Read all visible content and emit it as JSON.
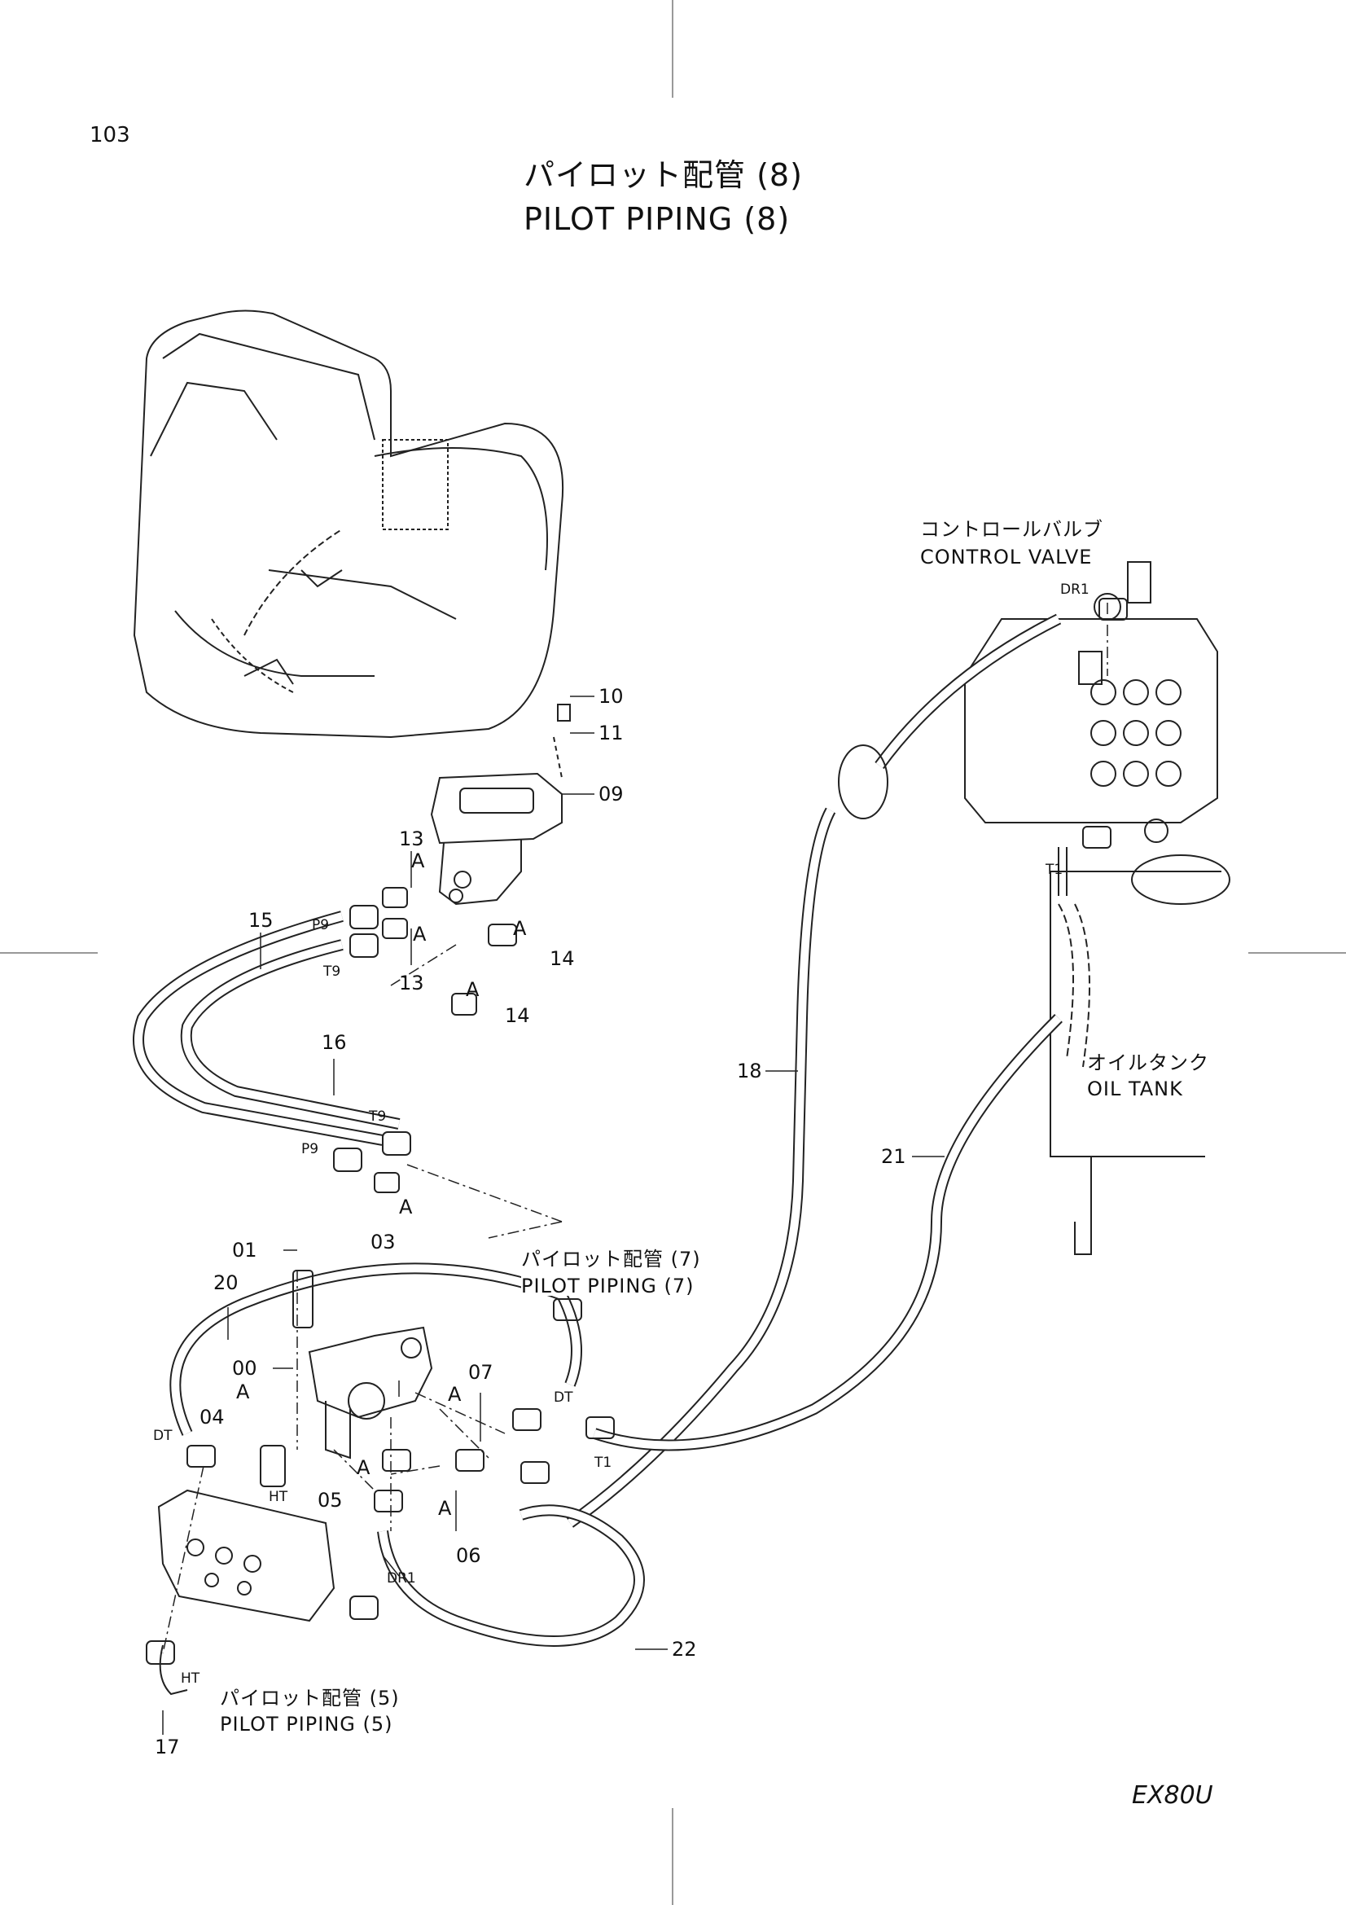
{
  "page": {
    "number": "103",
    "model": "EX80U"
  },
  "title": {
    "ja": "パイロット配管 (8)",
    "en": "PILOT PIPING (8)"
  },
  "components": {
    "control_valve": {
      "ja": "コントロールバルブ",
      "en": "CONTROL VALVE"
    },
    "oil_tank": {
      "ja": "オイルタンク",
      "en": "OIL TANK"
    }
  },
  "references": [
    {
      "ja": "パイロット配管 (7)",
      "en": "PILOT PIPING (7)"
    },
    {
      "ja": "パイロット配管 (5)",
      "en": "PILOT PIPING (5)"
    }
  ],
  "callouts": [
    "10",
    "11",
    "09",
    "13",
    "13",
    "14",
    "14",
    "15",
    "16",
    "18",
    "21",
    "01",
    "20",
    "00",
    "03",
    "04",
    "05",
    "06",
    "07",
    "22",
    "17"
  ],
  "ports": [
    "DR1",
    "T1",
    "P9",
    "T9",
    "T9",
    "P9",
    "DT",
    "DT",
    "HT",
    "HT",
    "T1",
    "DR1",
    "A",
    "A",
    "A",
    "A",
    "A",
    "A",
    "A",
    "A",
    "A"
  ]
}
